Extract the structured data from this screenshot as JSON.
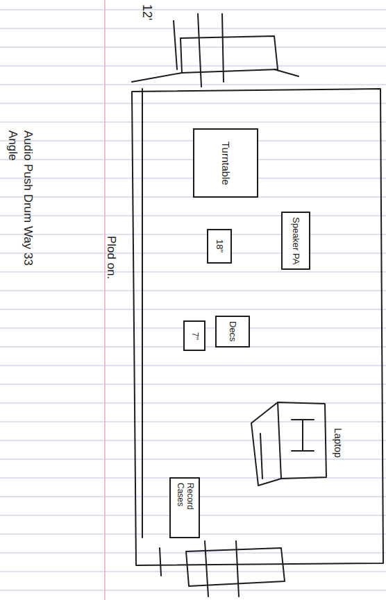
{
  "diagram": {
    "nodes": [
      {
        "text": [
          "Turntable"
        ]
      },
      {
        "text": [
          "Speaker PA"
        ]
      },
      {
        "text": [
          "18\""
        ]
      },
      {
        "text": [
          "Decs"
        ]
      },
      {
        "text": [
          "7\""
        ]
      },
      {
        "text": [
          "Laptop"
        ]
      },
      {
        "text": [
          "Record Cases"
        ]
      }
    ],
    "labels": [
      "12'",
      "Audio Push Drum Way 33 Angle",
      "Plod on."
    ]
  }
}
